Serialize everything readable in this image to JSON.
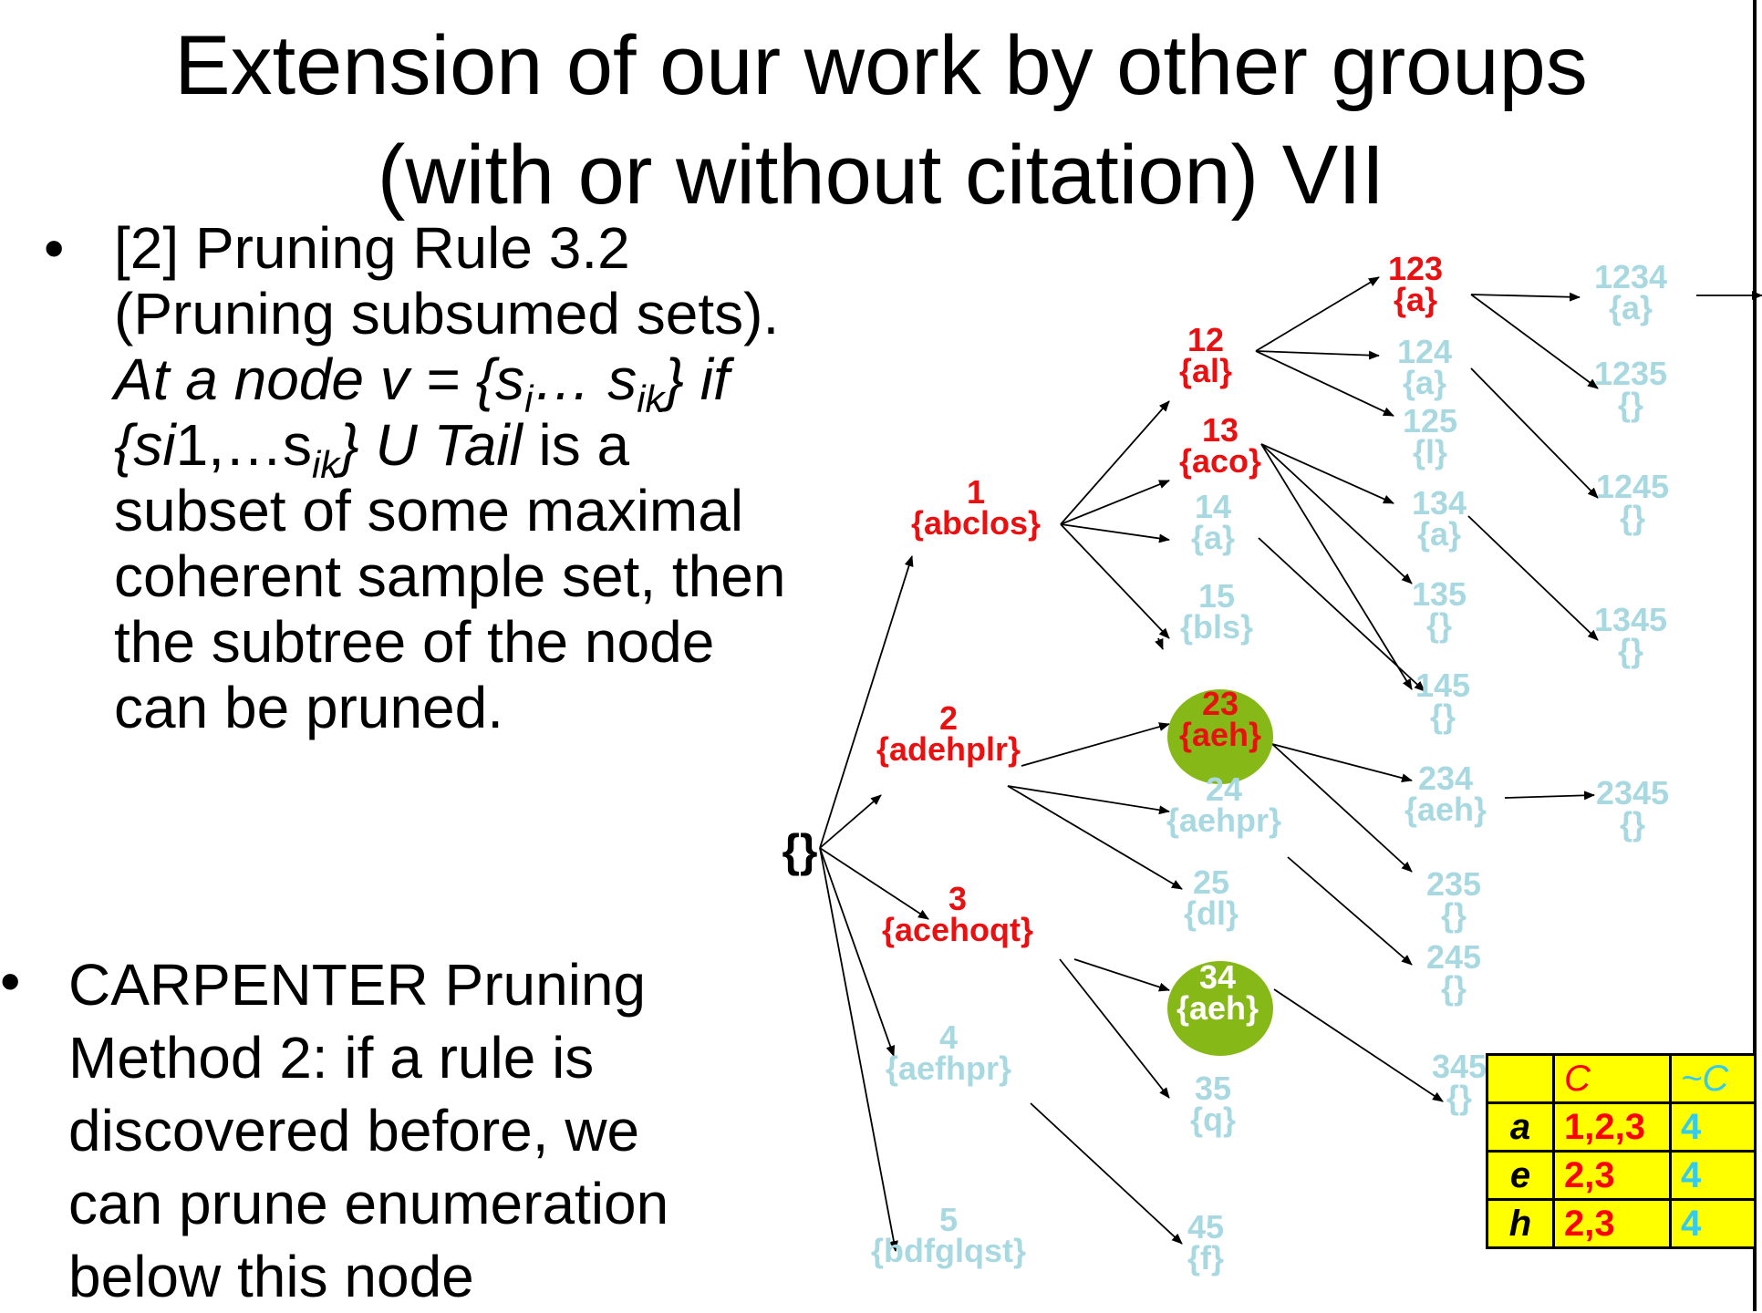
{
  "title": {
    "line1": "Extension of our work by other groups",
    "line2": "(with or without citation) VII"
  },
  "bullet1": {
    "marker": "•",
    "line1": "[2] Pruning Rule 3.2",
    "line2": "(Pruning subsumed sets).",
    "line3_a": "At a node v = {s",
    "line3_sub1": "i",
    "line3_b": "… s",
    "line3_sub2": "ik",
    "line3_c": "} if",
    "line4_a": "{si",
    "line4_b": "1,…s",
    "line4_sub": "ik",
    "line4_c": "} U Tail",
    "line4_d": " is a",
    "line5": "subset of some maximal",
    "line6": "coherent sample set, then",
    "line7": "the subtree of the node",
    "line8": "can be pruned."
  },
  "bullet2": {
    "marker": "•",
    "lines": [
      "CARPENTER Pruning",
      "Method 2: if a rule is",
      "discovered before, we",
      "can prune enumeration",
      "below this node"
    ]
  },
  "colors": {
    "red": "#e81010",
    "light": "#a8d8e0",
    "green": "#86b817",
    "yellow": "#ffff00",
    "cyan": "#33ccee"
  },
  "tree": {
    "root": "{}",
    "nodes": [
      {
        "id": "n1",
        "num": "1",
        "set": "{abclos}",
        "style": "red"
      },
      {
        "id": "n2",
        "num": "2",
        "set": "{adehplr}",
        "style": "red"
      },
      {
        "id": "n3",
        "num": "3",
        "set": "{acehoqt}",
        "style": "red"
      },
      {
        "id": "n4",
        "num": "4",
        "set": "{aefhpr}",
        "style": "light"
      },
      {
        "id": "n5",
        "num": "5",
        "set": "{bdfglqst}",
        "style": "light"
      },
      {
        "id": "n12",
        "num": "12",
        "set": "{al}",
        "style": "red"
      },
      {
        "id": "n13",
        "num": "13",
        "set": "{aco}",
        "style": "red"
      },
      {
        "id": "n14",
        "num": "14",
        "set": "{a}",
        "style": "light"
      },
      {
        "id": "n15",
        "num": "15",
        "set": "{bls}",
        "style": "light"
      },
      {
        "id": "n23",
        "num": "23",
        "set": "{aeh}",
        "style": "green-red"
      },
      {
        "id": "n24",
        "num": "24",
        "set": "{aehpr}",
        "style": "light"
      },
      {
        "id": "n25",
        "num": "25",
        "set": "{dl}",
        "style": "light"
      },
      {
        "id": "n34",
        "num": "34",
        "set": "{aeh}",
        "style": "green-white"
      },
      {
        "id": "n35",
        "num": "35",
        "set": "{q}",
        "style": "light"
      },
      {
        "id": "n45",
        "num": "45",
        "set": "{f}",
        "style": "light"
      },
      {
        "id": "n123",
        "num": "123",
        "set": "{a}",
        "style": "red"
      },
      {
        "id": "n124",
        "num": "124",
        "set": "{a}",
        "style": "light"
      },
      {
        "id": "n125",
        "num": "125",
        "set": "{l}",
        "style": "light"
      },
      {
        "id": "n134",
        "num": "134",
        "set": "{a}",
        "style": "light"
      },
      {
        "id": "n135",
        "num": "135",
        "set": "{}",
        "style": "light"
      },
      {
        "id": "n145",
        "num": "145",
        "set": "{}",
        "style": "light"
      },
      {
        "id": "n234",
        "num": "234",
        "set": "{aeh}",
        "style": "light"
      },
      {
        "id": "n235",
        "num": "235",
        "set": "{}",
        "style": "light"
      },
      {
        "id": "n245",
        "num": "245",
        "set": "{}",
        "style": "light"
      },
      {
        "id": "n345",
        "num": "345",
        "set": "{}",
        "style": "light"
      },
      {
        "id": "n1234",
        "num": "1234",
        "set": "{a}",
        "style": "light"
      },
      {
        "id": "n1235",
        "num": "1235",
        "set": "{}",
        "style": "light"
      },
      {
        "id": "n1245",
        "num": "1245",
        "set": "{}",
        "style": "light"
      },
      {
        "id": "n1345",
        "num": "1345",
        "set": "{}",
        "style": "light"
      },
      {
        "id": "n2345",
        "num": "2345",
        "set": "{}",
        "style": "light"
      }
    ]
  },
  "table": {
    "header": [
      "",
      "C",
      "~C"
    ],
    "rows": [
      {
        "item": "a",
        "c": "1,2,3",
        "notc": "4"
      },
      {
        "item": "e",
        "c": "2,3",
        "notc": "4"
      },
      {
        "item": "h",
        "c": "2,3",
        "notc": "4"
      }
    ]
  }
}
